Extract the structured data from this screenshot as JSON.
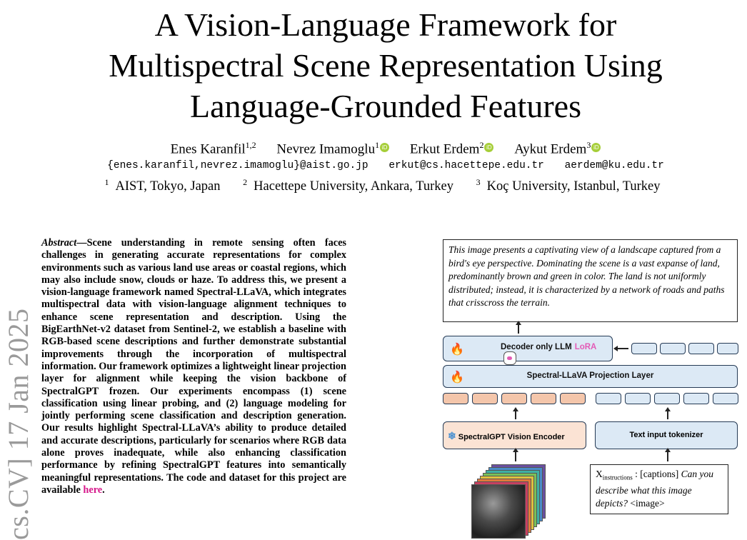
{
  "watermark": "cs.CV]  17 Jan 2025",
  "title_lines": [
    "A Vision-Language Framework for",
    "Multispectral Scene Representation Using",
    "Language-Grounded Features"
  ],
  "authors": [
    {
      "name": "Enes Karanfil",
      "sup": "1,2"
    },
    {
      "name": "Nevrez Imamoglu",
      "sup": "1"
    },
    {
      "name": "Erkut Erdem",
      "sup": "2"
    },
    {
      "name": "Aykut Erdem",
      "sup": "3"
    }
  ],
  "orcid_glyph": "iD",
  "emails": [
    "{enes.karanfil,nevrez.imamoglu}@aist.go.jp",
    "erkut@cs.hacettepe.edu.tr",
    "aerdem@ku.edu.tr"
  ],
  "affiliations": [
    {
      "sup": "1",
      "text": "AIST, Tokyo, Japan"
    },
    {
      "sup": "2",
      "text": "Hacettepe University, Ankara, Turkey"
    },
    {
      "sup": "3",
      "text": "Koç University, Istanbul, Turkey"
    }
  ],
  "abstract": {
    "lead": "Abstract",
    "body": "—Scene understanding in remote sensing often faces challenges in generating accurate representations for complex environments such as various land use areas or coastal regions, which may also include snow, clouds or haze. To address this, we present a vision-language framework named Spectral-LLaVA, which integrates multispectral data with vision-language alignment techniques to enhance scene representation and description. Using the BigEarthNet-v2 dataset from Sentinel-2, we establish a baseline with RGB-based scene descriptions and further demonstrate substantial improvements through the incorporation of multispectral information. Our framework optimizes a lightweight linear projection layer for alignment while keeping the vision backbone of SpectralGPT frozen. Our experiments encompass (1) scene classification using linear probing, and (2) language modeling for jointly performing scene classification and description generation. Our results highlight Spectral-LLaVA’s ability to produce detailed and accurate descriptions, particularly for scenarios where RGB data alone proves inadequate, while also enhancing classification performance by refining SpectralGPT features into semantically meaningful representations. The code and dataset for this project are available ",
    "link": "here",
    "end": "."
  },
  "figure": {
    "output_caption": "This image presents a captivating view of a landscape captured from  a bird's eye perspective. Dominating the scene is a vast expanse of land, predominantly brown and green in color. The land is not uniformly distributed; instead, it is characterized by a network of roads and paths that crisscross the terrain.",
    "llm_label": "Decoder only LLM",
    "lora_label": "LoRA",
    "projection_label": "Spectral-LLaVA Projection Layer",
    "encoder_label": "SpectralGPT Vision Encoder",
    "tokenizer_label": "Text input tokenizer",
    "instruction": {
      "var": "X",
      "sub": "instructions",
      "prefix": " : [captions] ",
      "question": "Can you describe what this image depicts?",
      "suffix": " <image>"
    },
    "colors": {
      "blue_fill": "#dce9f5",
      "orange_fill": "#f4c6ab",
      "encoder_fill": "#fbe3d4",
      "outline": "#253a55",
      "flame": "#e8702a",
      "lora": "#e35bb6"
    }
  }
}
